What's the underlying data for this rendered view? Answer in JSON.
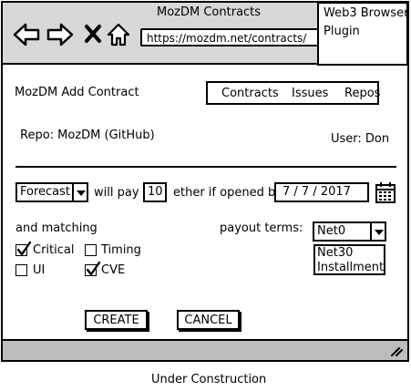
{
  "browser": {
    "title": "MozDM Contracts",
    "url": "https://mozdm.net/contracts/",
    "plugin_label_line1": "Web3 Browser",
    "plugin_label_line2": "Plugin"
  },
  "header": {
    "app_title": "MozDM Add Contract",
    "nav": [
      "Contracts",
      "Issues",
      "Repos"
    ]
  },
  "info": {
    "repo": "Repo: MozDM (GitHub)",
    "user": "User: Don"
  },
  "form": {
    "mode_value": "Forecast",
    "will_pay_label": "will pay",
    "amount": "10",
    "ether_label": "ether if opened by",
    "date": "7  / 7 / 2017",
    "matching_label": "and matching",
    "payout_label": "payout terms:",
    "payout_value": "Net0",
    "payout_options": [
      "Net30",
      "Installment"
    ],
    "checkboxes": [
      {
        "label": "Critical",
        "checked": true
      },
      {
        "label": "Timing",
        "checked": false
      },
      {
        "label": "UI",
        "checked": false
      },
      {
        "label": "CVE",
        "checked": true
      }
    ],
    "create_label": "CREATE",
    "cancel_label": "CANCEL"
  },
  "footer": {
    "caption": "Under Construction"
  }
}
